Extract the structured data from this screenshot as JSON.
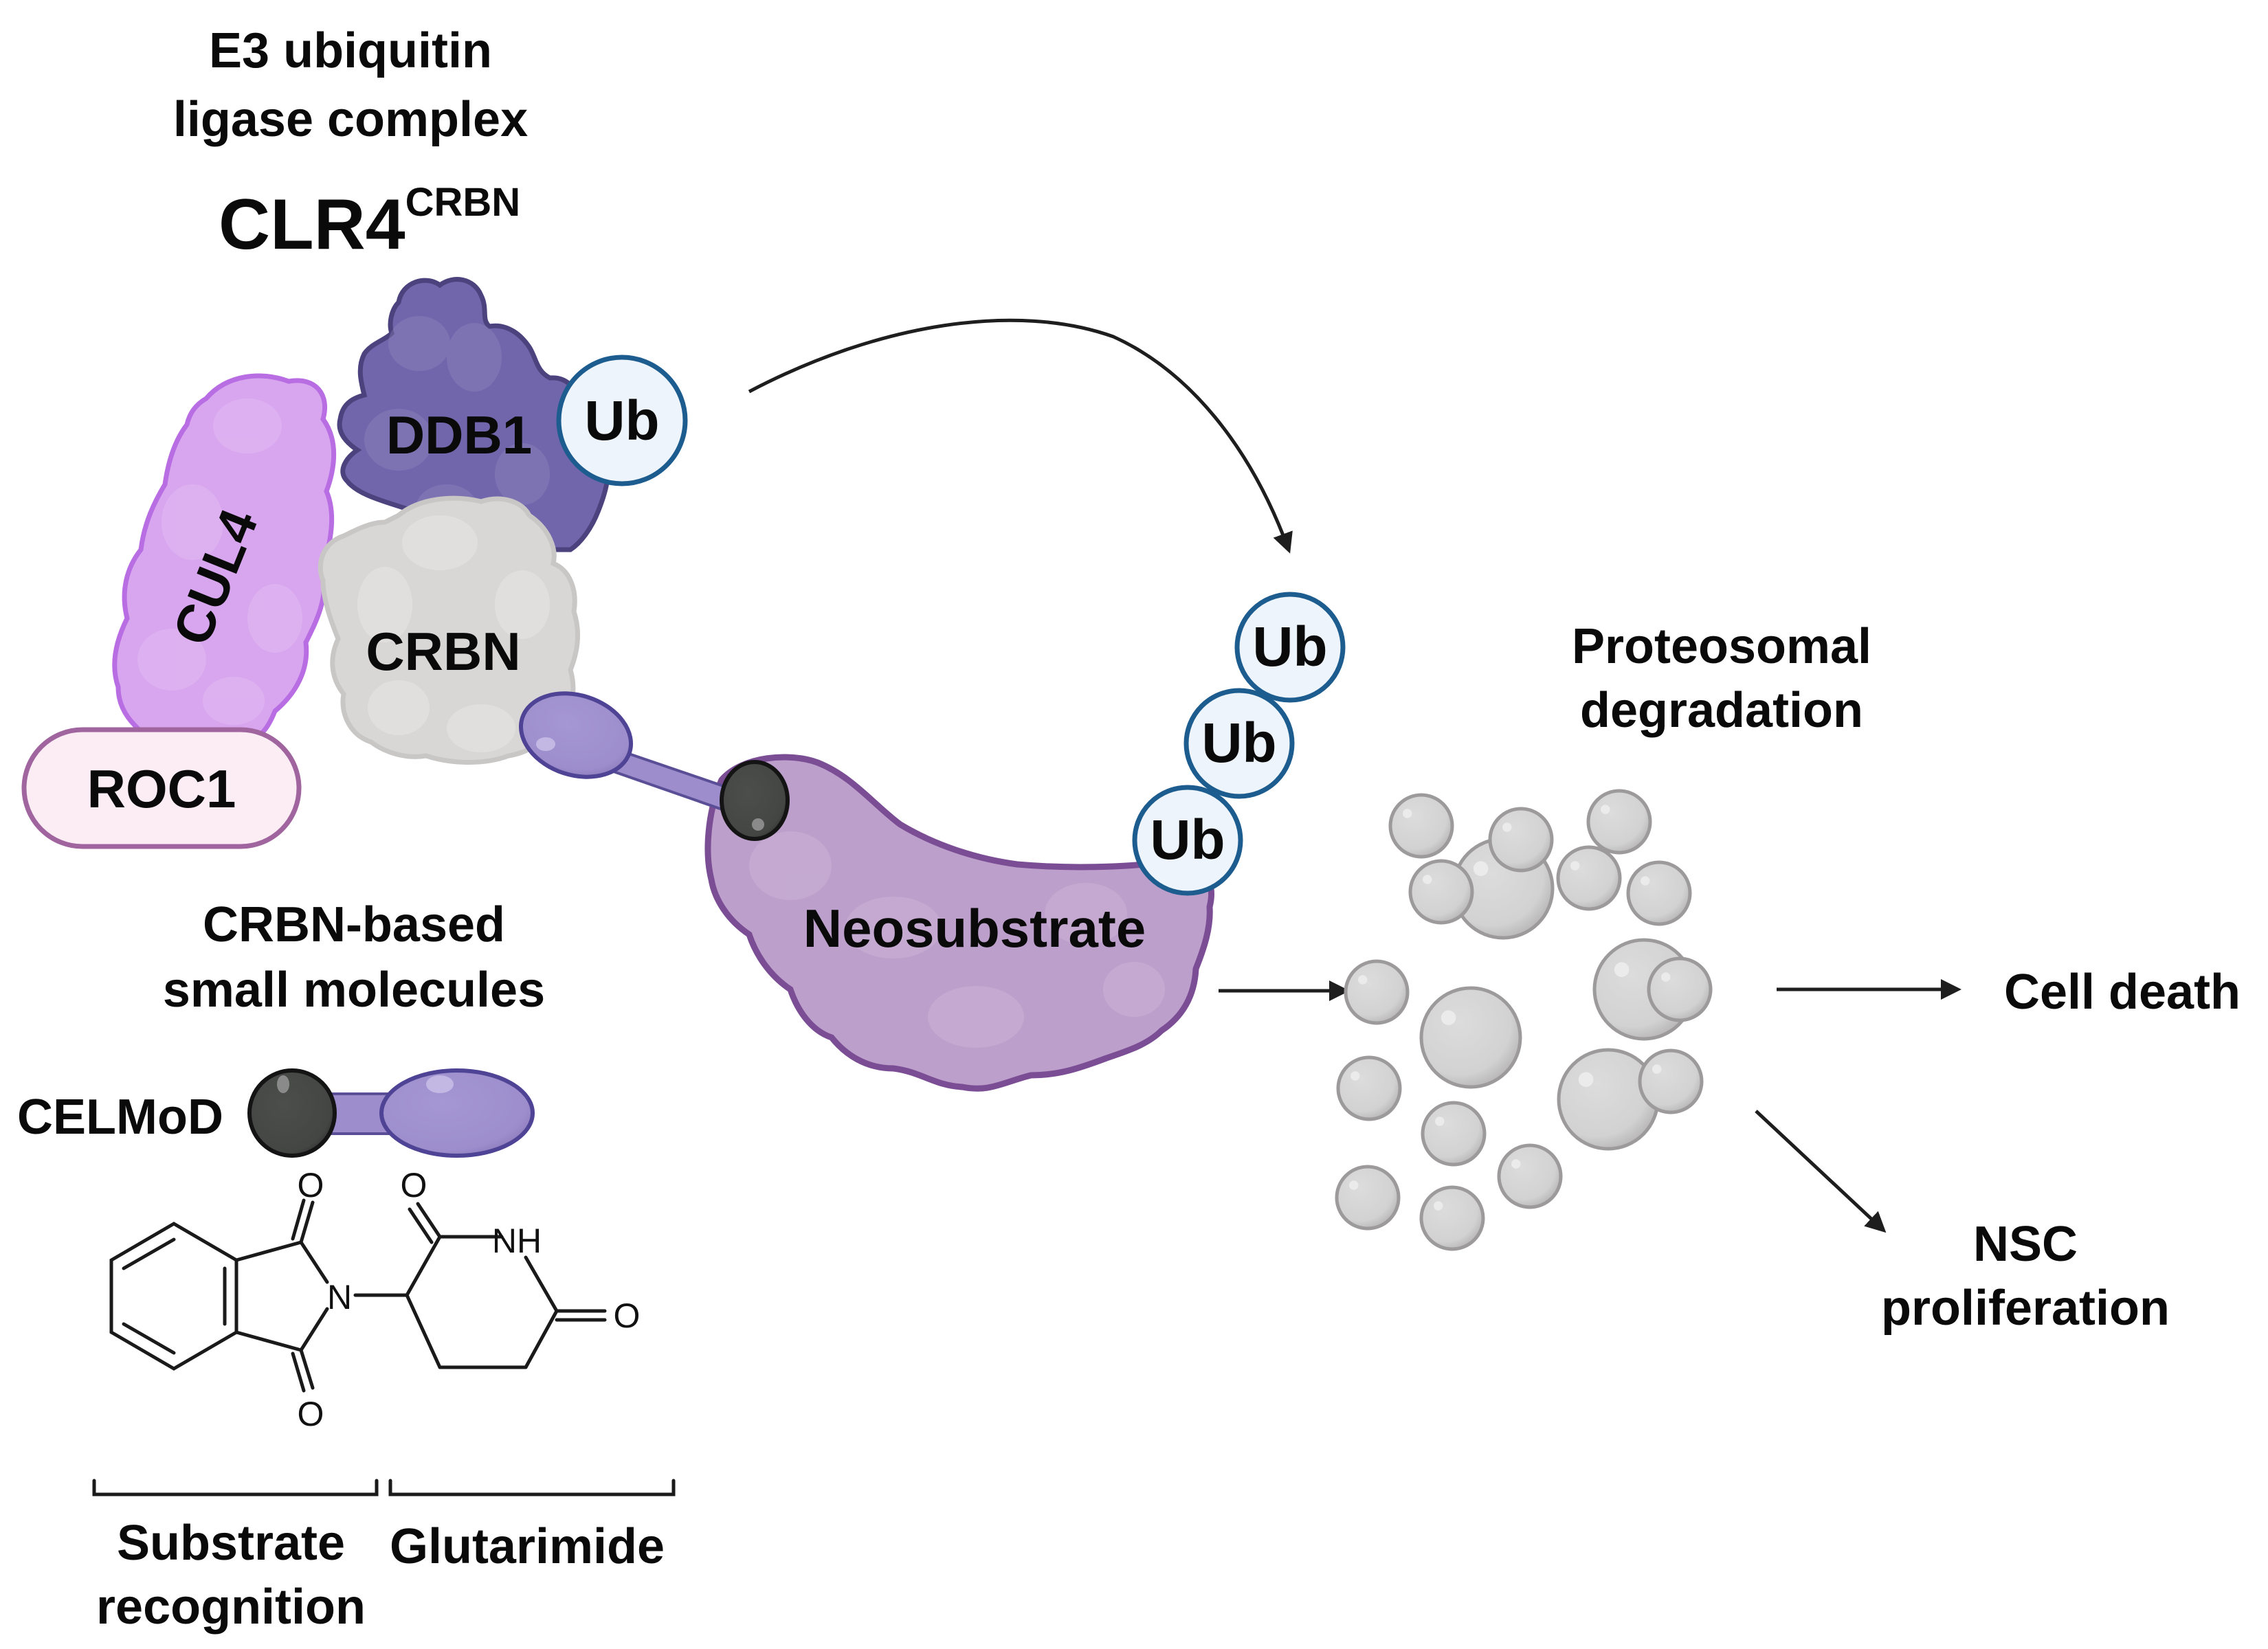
{
  "title": {
    "line1": "E3 ubiquitin",
    "line2": "ligase complex",
    "complex_name": "CLR4",
    "complex_superscript": "CRBN"
  },
  "proteins": {
    "ddb1": {
      "label": "DDB1",
      "fill": "#7166ab",
      "stroke": "#4c437e"
    },
    "cul4": {
      "label": "CUL4",
      "fill": "#d8a6ee",
      "stroke": "#b86de3"
    },
    "crbn": {
      "label": "CRBN",
      "fill": "#d9d7d6",
      "stroke": "#c9c7c6"
    },
    "roc1": {
      "label": "ROC1",
      "fill": "#fcedf5",
      "stroke": "#a0649e"
    },
    "neosubstrate": {
      "label": "Neosubstrate",
      "fill": "#bd9fcb",
      "stroke": "#7a4d94"
    }
  },
  "ubiquitin": {
    "label": "Ub",
    "fill": "#edf4fc",
    "stroke": "#1d5c8f",
    "donor": [
      "Ub"
    ],
    "chain": [
      "Ub",
      "Ub",
      "Ub"
    ]
  },
  "small_molecules": {
    "heading_line1": "CRBN-based",
    "heading_line2": "small molecules",
    "model_label": "CELMoD",
    "dark_ball_color": "#444644",
    "purple_ball_color": "#a090cf"
  },
  "chemical_structure": {
    "atoms": {
      "n_imide": "N",
      "nh": "NH",
      "o_top_left": "O",
      "o_bottom_left": "O",
      "o_top_right": "O",
      "o_right": "O"
    },
    "brackets": [
      {
        "line1": "Substrate",
        "line2": "recognition"
      },
      {
        "line1": "Glutarimide",
        "line2": ""
      }
    ]
  },
  "degradation": {
    "heading_line1": "Proteosomal",
    "heading_line2": "degradation",
    "sphere_fill": "#d5d5d5",
    "sphere_stroke": "#9c9a9a"
  },
  "outcomes": [
    {
      "line1": "Cell death",
      "line2": ""
    },
    {
      "line1": "NSC",
      "line2": "proliferation"
    }
  ]
}
